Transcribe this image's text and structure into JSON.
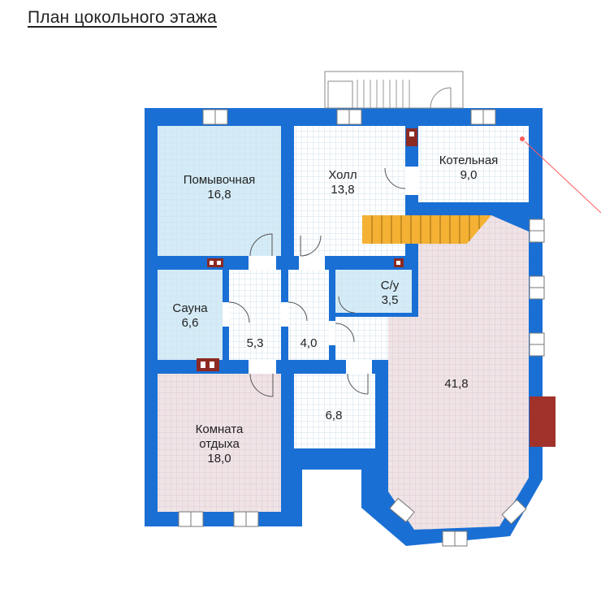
{
  "page": {
    "title": "План цокольного этажа"
  },
  "colors": {
    "wall": "#1a6fd4",
    "room_blue": "#d4ecf7",
    "room_white": "#ffffff",
    "room_pink": "#efe3e6",
    "stairs": "#f4b133",
    "chimney": "#a0322a",
    "grid": "#cfe0ee",
    "pointer": "#ff5a5a"
  },
  "rooms": {
    "washroom": {
      "name": "Помывочная",
      "area": "16,8"
    },
    "hall": {
      "name": "Холл",
      "area": "13,8"
    },
    "boiler": {
      "name": "Котельная",
      "area": "9,0"
    },
    "sauna": {
      "name": "Сауна",
      "area": "6,6"
    },
    "corridor": {
      "area": "5,3"
    },
    "small": {
      "area": "4,0"
    },
    "wc": {
      "name": "С/у",
      "area": "3,5"
    },
    "storage": {
      "area": "6,8"
    },
    "big": {
      "area": "41,8"
    },
    "lounge": {
      "name_line1": "Комната",
      "name_line2": "отдыха",
      "area": "18,0"
    }
  }
}
